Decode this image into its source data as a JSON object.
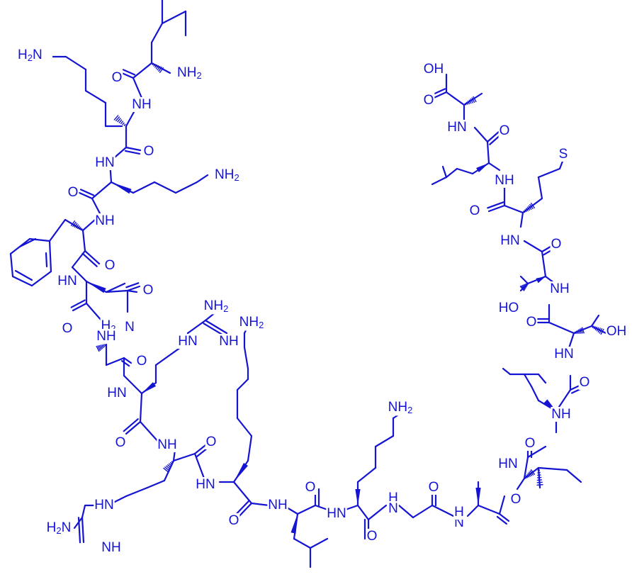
{
  "colors": {
    "ink": "#1414d2",
    "background": "#ffffff"
  },
  "atom_labels": {
    "nh2": {
      "main": "NH",
      "sub": "2"
    },
    "h2n": {
      "pre": "H",
      "sub": "2",
      "post": "N"
    },
    "nh": "NH",
    "hn": "HN",
    "h": "H",
    "n": "N",
    "o": "O",
    "oh": "OH",
    "ho": "HO",
    "s": "S"
  }
}
